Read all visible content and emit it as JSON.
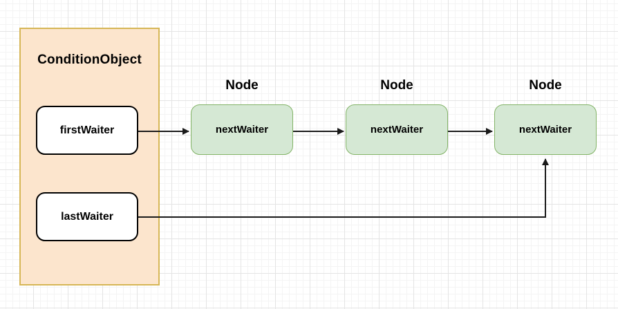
{
  "diagram": {
    "container": {
      "label": "ConditionObject",
      "fill_color": "#fce5cd",
      "border_color": "#d6b656"
    },
    "fields": [
      {
        "label": "firstWaiter"
      },
      {
        "label": "lastWaiter"
      }
    ],
    "nodes": [
      {
        "title": "Node",
        "field": "nextWaiter"
      },
      {
        "title": "Node",
        "field": "nextWaiter"
      },
      {
        "title": "Node",
        "field": "nextWaiter"
      }
    ],
    "node_style": {
      "fill_color": "#d5e8d4",
      "border_color": "#82b366"
    },
    "edges": [
      {
        "from": "firstWaiter",
        "to": "node-1",
        "type": "straight-arrow"
      },
      {
        "from": "node-1",
        "to": "node-2",
        "type": "straight-arrow"
      },
      {
        "from": "node-2",
        "to": "node-3",
        "type": "straight-arrow"
      },
      {
        "from": "lastWaiter",
        "to": "node-3",
        "type": "orthogonal-arrow-up-into-bottom"
      }
    ],
    "arrow_color": "#1a1a1a",
    "background": {
      "grid": "on",
      "grid_minor_color": "#f4f4f4",
      "grid_major_color": "#e4e4e4"
    }
  }
}
